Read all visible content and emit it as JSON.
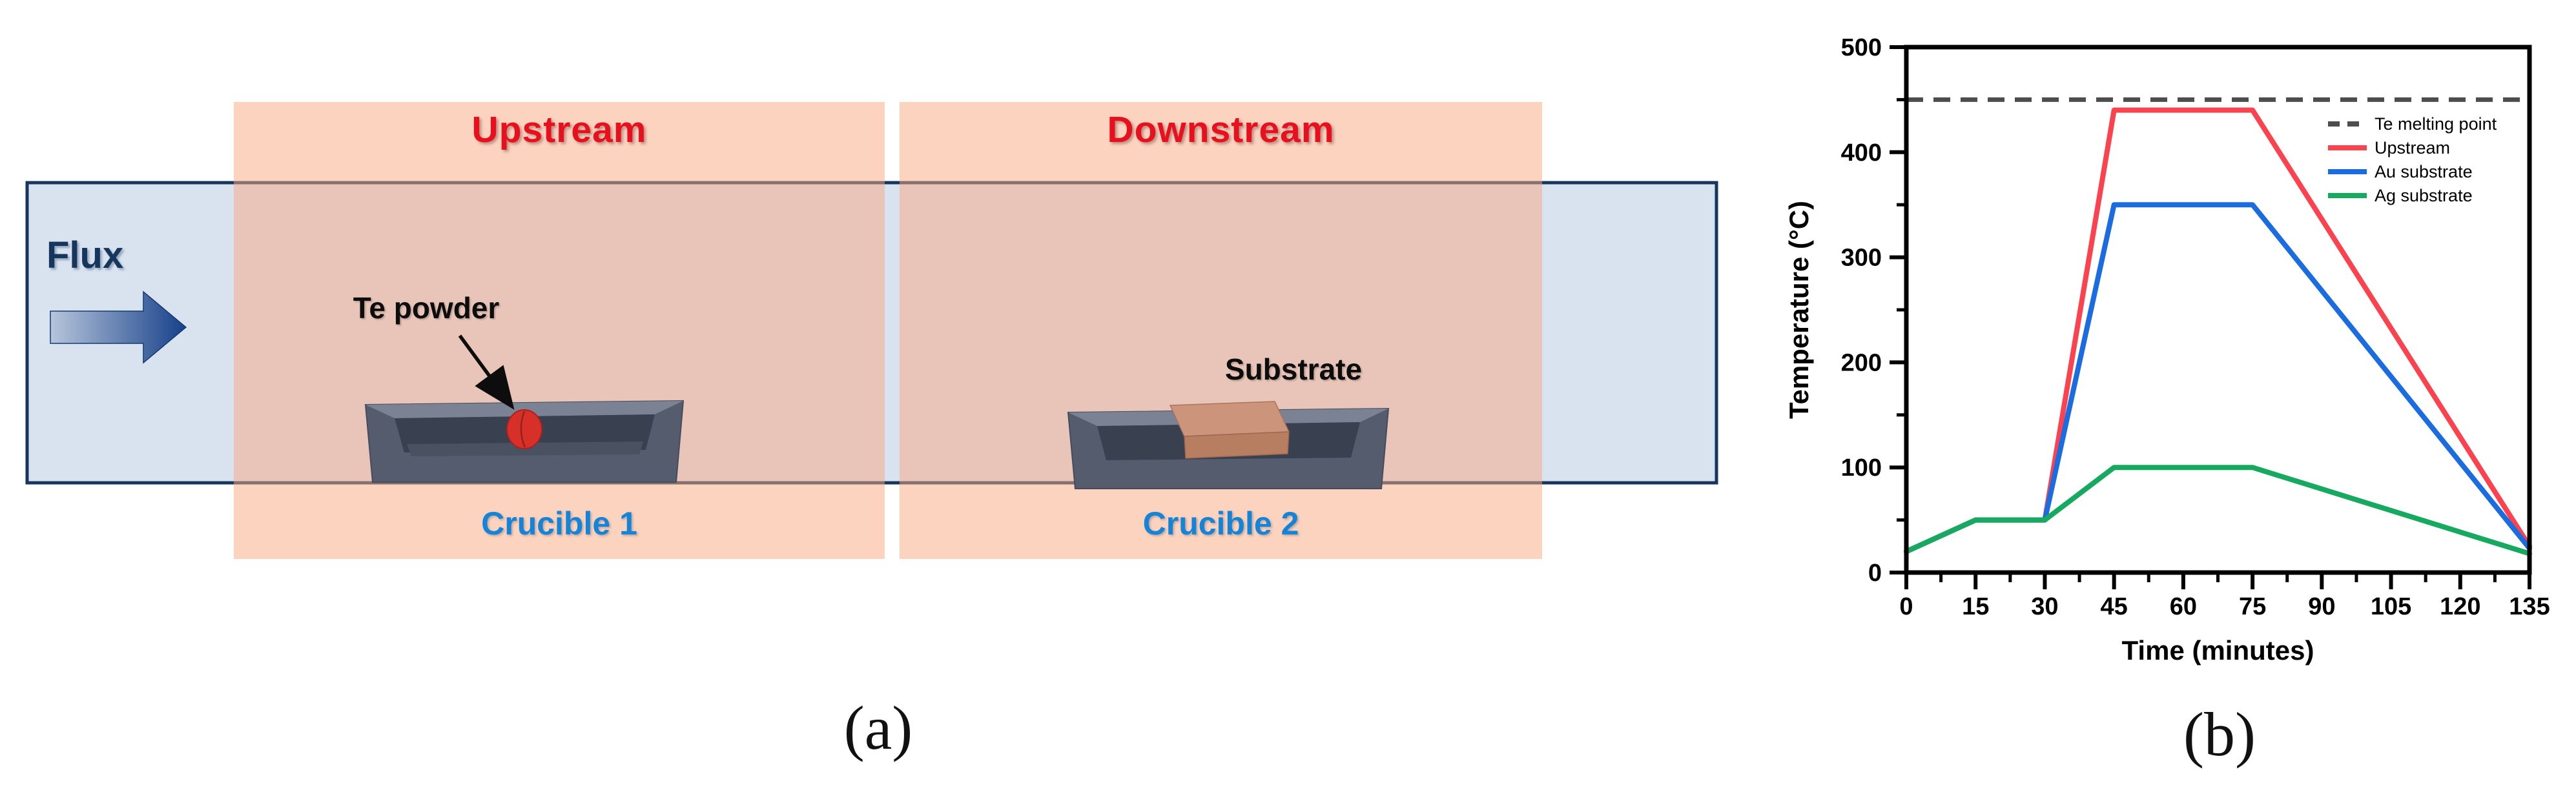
{
  "panel_a": {
    "tag": "(a)",
    "flux_label": "Flux",
    "te_powder_label": "Te powder",
    "substrate_label": "Substrate",
    "zones": {
      "upstream": {
        "label": "Upstream",
        "crucible_label": "Crucible 1"
      },
      "downstream": {
        "label": "Downstream",
        "crucible_label": "Crucible 2"
      }
    },
    "icons": [
      "flux-arrow-icon",
      "pointer-arrow-icon"
    ],
    "colors": {
      "zone_fill": "rgba(247,167,127,0.5)",
      "tube_fill": "#d9e3f0",
      "tube_border": "#17365d",
      "zone_label": "#e8101c",
      "crucible_label": "#1583d6",
      "flux_label": "#17365d",
      "crucible_body": "#545c6e",
      "crucible_rim": "#7a8294",
      "crucible_cavity": "#394050",
      "te_powder": "#d63029",
      "substrate_top": "#cb947b",
      "substrate_front": "#b87e62"
    }
  },
  "panel_b": {
    "tag": "(b)"
  },
  "chart_data": {
    "type": "line",
    "title": "",
    "xlabel": "Time (minutes)",
    "ylabel": "Temperature (°C)",
    "xlim": [
      0,
      135
    ],
    "ylim": [
      0,
      500
    ],
    "x_ticks": [
      0,
      15,
      30,
      45,
      60,
      75,
      90,
      105,
      120,
      135
    ],
    "y_ticks": [
      0,
      100,
      200,
      300,
      400,
      500
    ],
    "x_minor_step": 7.5,
    "y_minor_step": 50,
    "grid": false,
    "legend_position": "upper right",
    "reference_line": {
      "label": "Te melting point",
      "value": 450,
      "style": "dashed",
      "color": "#4d4d4d"
    },
    "series": [
      {
        "name": "Upstream",
        "color": "#fb4350",
        "points": [
          [
            0,
            20
          ],
          [
            15,
            50
          ],
          [
            30,
            50
          ],
          [
            45,
            440
          ],
          [
            75,
            440
          ],
          [
            135,
            25
          ]
        ]
      },
      {
        "name": "Au substrate",
        "color": "#1a6ce0",
        "points": [
          [
            0,
            20
          ],
          [
            15,
            50
          ],
          [
            30,
            50
          ],
          [
            45,
            350
          ],
          [
            75,
            350
          ],
          [
            135,
            23
          ]
        ]
      },
      {
        "name": "Ag substrate",
        "color": "#17a960",
        "points": [
          [
            0,
            20
          ],
          [
            15,
            50
          ],
          [
            30,
            50
          ],
          [
            45,
            100
          ],
          [
            75,
            100
          ],
          [
            135,
            18
          ]
        ]
      }
    ]
  }
}
